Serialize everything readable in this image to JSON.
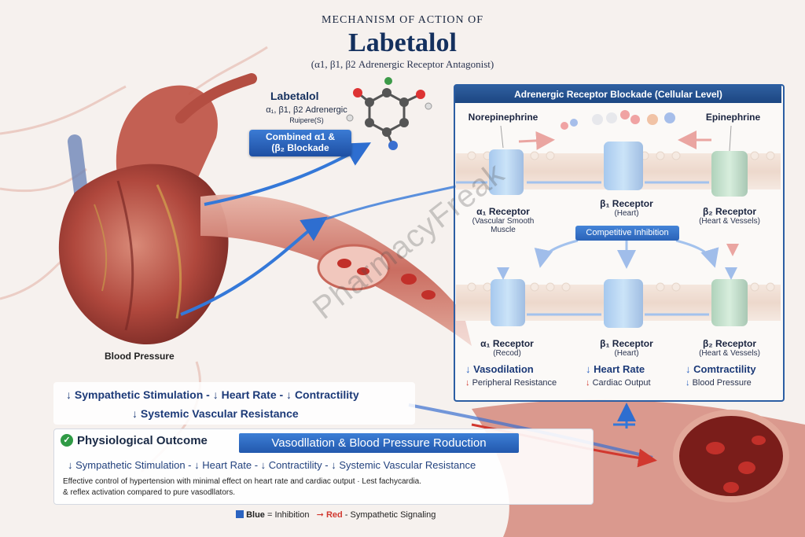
{
  "header": {
    "kicker": "MECHANISM OF ACTION OF",
    "title": "Labetalol",
    "subtitle": "(α1, β1, β2 Adrenergic Receptor Antagonist)"
  },
  "drug": {
    "name": "Labetalol",
    "receptors": "α₁, β1, β2 Adrenergic",
    "receptors2": "Ruipere(S)",
    "combined_line1": "Combined α1 &",
    "combined_line2": "(β₂ Blockade"
  },
  "panel": {
    "title": "Adrenergic Receptor Blockade (Cellular Level)",
    "norepinephrine": "Norepinephrine",
    "epinephrine": "Epinephrine",
    "top_receptors": [
      {
        "name": "α₁ Receptor",
        "sub1": "(Vascular Smooth",
        "sub2": "Muscle"
      },
      {
        "name": "β₁ Receptor",
        "sub1": "(Heart)",
        "sub2": ""
      },
      {
        "name": "β₂ Receptor",
        "sub1": "(Heart & Vessels)",
        "sub2": ""
      }
    ],
    "competitive": "Competitive Inhibition",
    "bottom_receptors": [
      {
        "name": "α₁ Receptor",
        "sub": "(Recod)",
        "effect": "Vasodilation",
        "effect2": "Peripheral Resistance"
      },
      {
        "name": "β₁ Receptor",
        "sub": "(Heart)",
        "effect": "Heart Rate",
        "effect2": "Cardiac Output"
      },
      {
        "name": "β₂ Receptor",
        "sub": "(Heart & Vessels)",
        "effect": "Comtractility",
        "effect2": "Blood Pressure"
      }
    ]
  },
  "heart": {
    "label": "Blood Pressure"
  },
  "sympathetic": {
    "line1": "↓ Sympathetic Stimulation - ↓ Heart Rate - ↓ Contractility",
    "line2": "↓ Systemic Vascular Resistance"
  },
  "outcome": {
    "title": "Physiological Outcome",
    "banner": "Vasodllation & Blood Pressure Roduction",
    "line": "↓ Sympathetic Stimulation - ↓ Heart Rate - ↓ Contractility - ↓ Systemic Vascular Resistance",
    "desc1": "Effective control of hypertension with minimal effect on heart rate and cardiac output · Lest fachycardia.",
    "desc2": "& reflex activation compared to pure vasodllators."
  },
  "legend": {
    "blue": "Blue",
    "blue_text": "= Inhibition",
    "red": "Red",
    "red_text": "- Sympathetic Signaling"
  },
  "watermark": "PharmacyFreak",
  "colors": {
    "blue": "#2b63c0",
    "red": "#d1382f",
    "navy": "#14305e"
  }
}
